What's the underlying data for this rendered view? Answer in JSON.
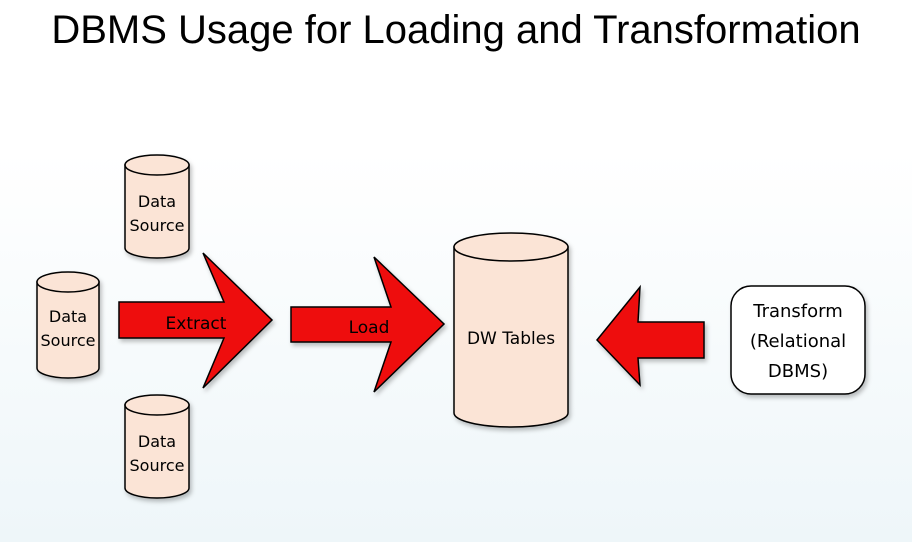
{
  "title": "DBMS Usage for Loading and Transformation",
  "sources": [
    {
      "label_line1": "Data",
      "label_line2": "Source"
    },
    {
      "label_line1": "Data",
      "label_line2": "Source"
    },
    {
      "label_line1": "Data",
      "label_line2": "Source"
    }
  ],
  "arrows": {
    "extract": "Extract",
    "load": "Load"
  },
  "target": {
    "label": "DW Tables"
  },
  "transform": {
    "line1": "Transform",
    "line2": "(Relational",
    "line3": "DBMS)"
  },
  "colors": {
    "cylinder_fill": "#fbe4d6",
    "arrow_fill": "#ee1111",
    "outline": "#000000"
  }
}
